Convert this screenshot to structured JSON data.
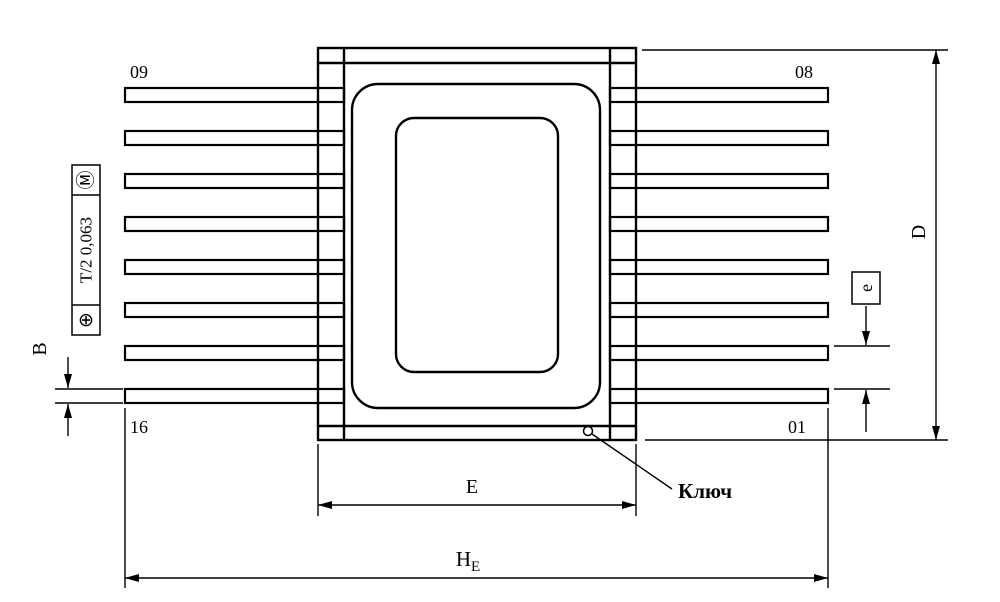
{
  "colors": {
    "line": "#000000",
    "background": "#ffffff"
  },
  "pins": {
    "top_left": "09",
    "top_right": "08",
    "bottom_left": "16",
    "bottom_right": "01"
  },
  "dims": {
    "body_width": "E",
    "overall_main": "H",
    "overall_sub": "E",
    "height": "D",
    "pitch": "e",
    "lead_width": "B"
  },
  "tolerance": {
    "position_symbol": "⊕",
    "value": "T/2  0,063",
    "modifier": "Ⓜ"
  },
  "key": {
    "label": "Ключ"
  }
}
